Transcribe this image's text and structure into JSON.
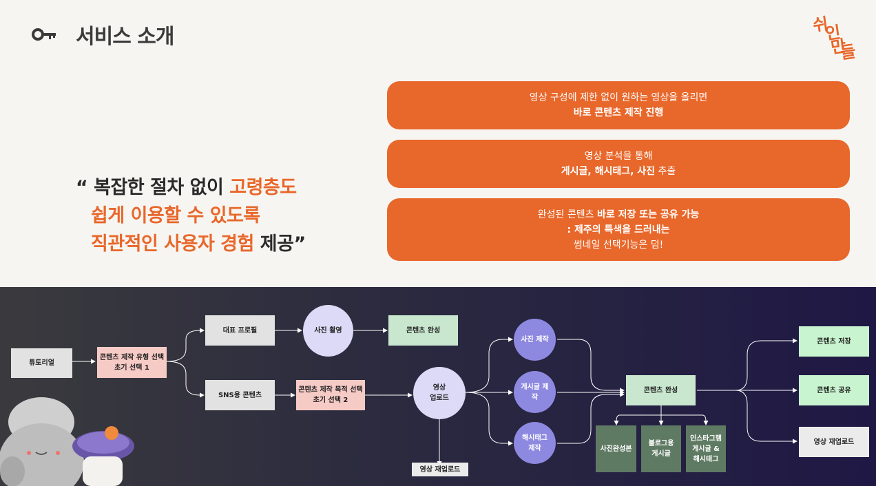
{
  "header": {
    "title": "서비스 소개",
    "icon": "key-icon"
  },
  "logo": {
    "chars": [
      "쉬",
      "인",
      "만",
      "들"
    ]
  },
  "quote": {
    "open": "“ 복잡한 절차 없이 ",
    "hl1": "고령층도",
    "hl2": "쉽게 이용할 수 있도록",
    "hl3": "직관적인 사용자 경험",
    "close": " 제공”"
  },
  "features": [
    {
      "line1": "영상 구성에 제한 없이 원하는 영상을 올리면",
      "line2": "바로 콘텐츠 제작 진행"
    },
    {
      "line1": "영상 분석을 통해",
      "line2_bold": "게시글, 해시태그, 사진",
      "line2_rest": " 추출"
    },
    {
      "line1_rest": "완성된 콘텐츠 ",
      "line1_bold": "바로 저장 또는 공유 가능",
      "line2": ": 제주의 특색을 드러내는",
      "line3": "썸네일 선택기능은 덤!"
    }
  ],
  "flow": {
    "tutorial": "튜토리얼",
    "type_select": [
      "콘텐츠 제작 유형 선택",
      "초기 선택 1"
    ],
    "profile": "대표 프로필",
    "sns": "SNS용 콘텐츠",
    "photo_shoot": "사진 촬영",
    "content_done_top": "콘텐츠 완성",
    "purpose_select": [
      "콘텐츠 제작 목적 선택",
      "초기 선택 2"
    ],
    "video_upload": [
      "영상",
      "업로드"
    ],
    "reupload_bottom": "영상 재업로드",
    "photo_make": "사진 제작",
    "post_make": [
      "게시글 제",
      "작"
    ],
    "hashtag_make": [
      "해시태그",
      "제작"
    ],
    "content_done_mid": "콘텐츠 완성",
    "photo_final": "사진완성본",
    "blog_post": [
      "블로그용",
      "게시글"
    ],
    "insta_post": [
      "인스타그램",
      "게시글 &",
      "해시태그"
    ],
    "save": "콘텐츠 저장",
    "share": "콘텐츠 공유",
    "reupload_right": "영상 재업로드"
  },
  "colors": {
    "accent": "#e8672a",
    "purple": "#8e89e0"
  }
}
